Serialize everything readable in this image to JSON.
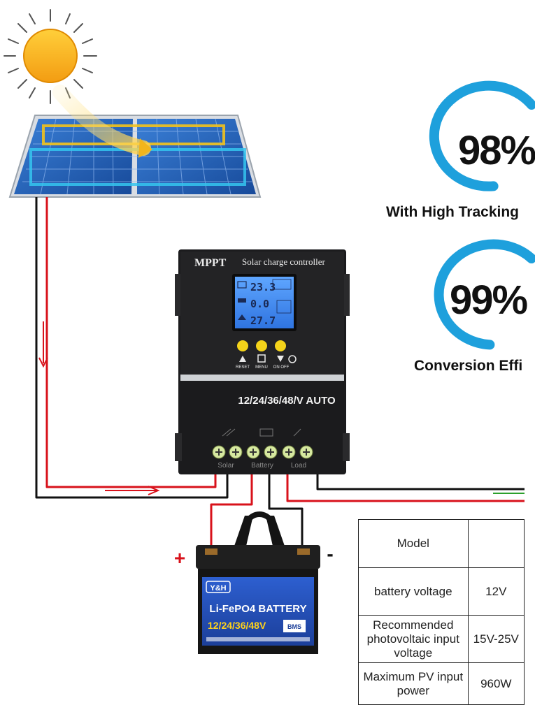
{
  "controller": {
    "brand": "MPPT",
    "subtitle": "Solar charge controller",
    "voltage_label": "12/24/36/48/V AUTO",
    "buttons": [
      "RESET",
      "MENU",
      "ON OFF"
    ],
    "terminal_groups": [
      "Solar",
      "Battery",
      "Load"
    ],
    "lcd": {
      "row1": "23.3",
      "row2": "0.0",
      "row3": "27.7"
    }
  },
  "battery": {
    "brand": "Y&H",
    "chemistry": "Li-FePO4 BATTERY",
    "voltage": "12/24/36/48V",
    "bms": "BMS",
    "plus": "+",
    "minus": "-"
  },
  "stats": [
    {
      "value": "98%",
      "caption": "With High Tracking"
    },
    {
      "value": "99%",
      "caption": "Conversion Effi"
    }
  ],
  "spec_table": {
    "rows": [
      {
        "label": "Model",
        "value": ""
      },
      {
        "label": "battery voltage",
        "value": "12V"
      },
      {
        "label": "Recommended photovoltaic input voltage",
        "value": "15V-25V"
      },
      {
        "label": "Maximum PV input power",
        "value": "960W"
      }
    ]
  },
  "colors": {
    "ring": "#1ea0dc",
    "wire_red": "#d8121b",
    "wire_black": "#111111",
    "sun": "#f7b21a",
    "panel": "#1d5fb8",
    "lcd": "#3a86ea"
  }
}
